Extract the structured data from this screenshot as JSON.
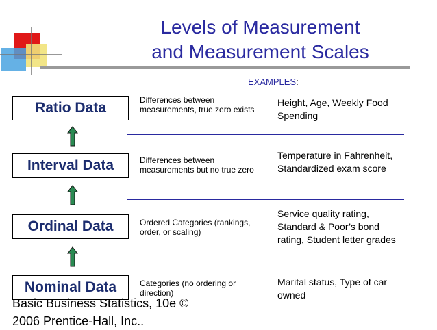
{
  "slide": {
    "title_line1": "Levels of Measurement",
    "title_line2": "and Measurement Scales",
    "examples_header": "EXAMPLES",
    "examples_colon": ":"
  },
  "levels": [
    {
      "name": "Ratio Data",
      "description": "Differences between measurements, true zero exists",
      "example": "Height, Age, Weekly Food Spending"
    },
    {
      "name": "Interval Data",
      "description": "Differences between measurements but no true zero",
      "example": "Temperature in Fahrenheit, Standardized exam score"
    },
    {
      "name": "Ordinal Data",
      "description": "Ordered Categories (rankings, order, or scaling)",
      "example": "Service quality rating, Standard & Poor’s bond rating, Student letter grades"
    },
    {
      "name": "Nominal Data",
      "description": "Categories (no ordering or direction)",
      "example": "Marital status, Type of car owned"
    }
  ],
  "footer": {
    "line1": "Basic Business Statistics, 10e ©",
    "line2": "2006 Prentice-Hall, Inc.."
  },
  "colors": {
    "title": "#2a2aa0",
    "level_text": "#1b2c6e",
    "arrow": "#2a8a52",
    "separator": "#2a2aa0"
  }
}
